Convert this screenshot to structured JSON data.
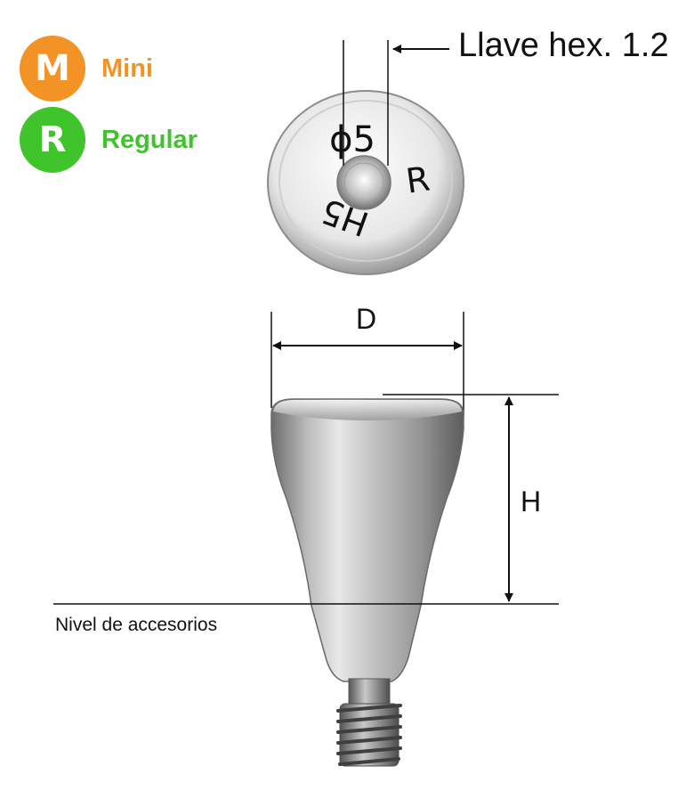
{
  "legend": [
    {
      "badge": "M",
      "label": "Mini",
      "color": "#f39325"
    },
    {
      "badge": "R",
      "label": "Regular",
      "color": "#3fc52b"
    }
  ],
  "top_view": {
    "hex_label": "Llave hex. 1.2",
    "diameter_marking": "ϕ5",
    "platform_marking": "R",
    "height_marking": "H5"
  },
  "side_view": {
    "dimension_d": "D",
    "dimension_h": "H",
    "level_label": "Nivel de accesorios"
  }
}
